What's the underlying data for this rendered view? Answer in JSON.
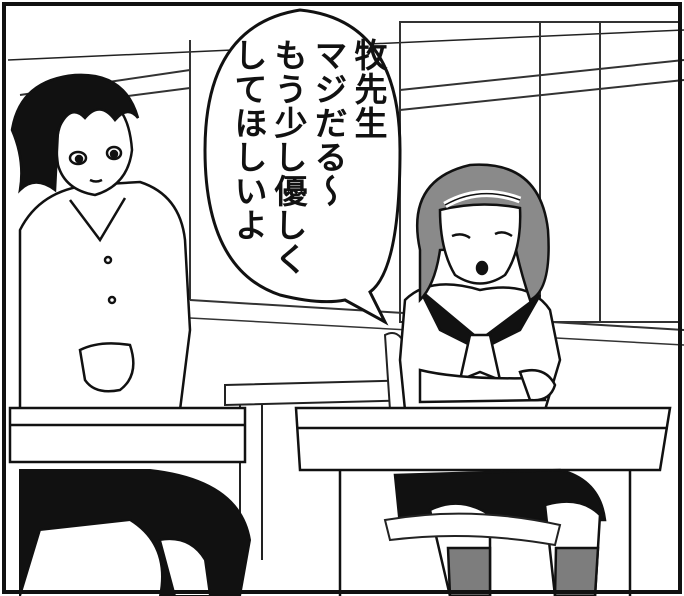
{
  "speech_bubble": {
    "lines": [
      "牧先生",
      "マジだる～",
      "もう少し優しく",
      "してほしいよ"
    ]
  },
  "colors": {
    "ink": "#111111",
    "hair_gray": "#8a8a8a",
    "sock_gray": "#7d7d7d",
    "panel_bg": "#ffffff"
  }
}
